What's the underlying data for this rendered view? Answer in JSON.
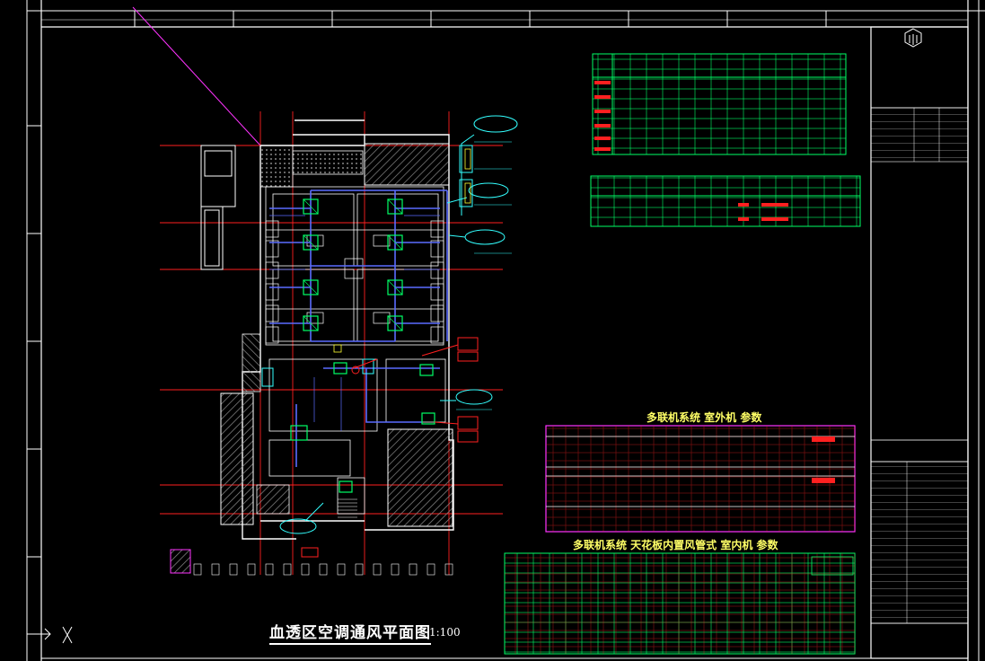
{
  "app": {
    "name": "CAD drawing viewer",
    "background_color": "#000000"
  },
  "drawing": {
    "main_title": "血透区空调通风平面图",
    "scale": "1:100",
    "colors": {
      "wall": "#ffffff",
      "grid": "#ff2020",
      "duct": "#5a6cff",
      "equipment": "#00ff66",
      "annotation_red": "#ff2020",
      "annotation_cyan": "#33ffff",
      "magenta": "#ff33ff",
      "yellow_heading": "#ffff66",
      "hatch": "#9a9a9a"
    }
  },
  "tables": {
    "air_side_title": "",
    "fresh_air_title": "",
    "outdoor_title": "多联机系统  室外机  参数",
    "indoor_title": "多联机系统  天花板内置风管式  室内机  参数"
  },
  "notes": {
    "general": "",
    "red": ""
  },
  "title_block": {
    "company": "",
    "drawing_name": "",
    "stamp": ""
  },
  "command_line": {
    "text": ""
  }
}
